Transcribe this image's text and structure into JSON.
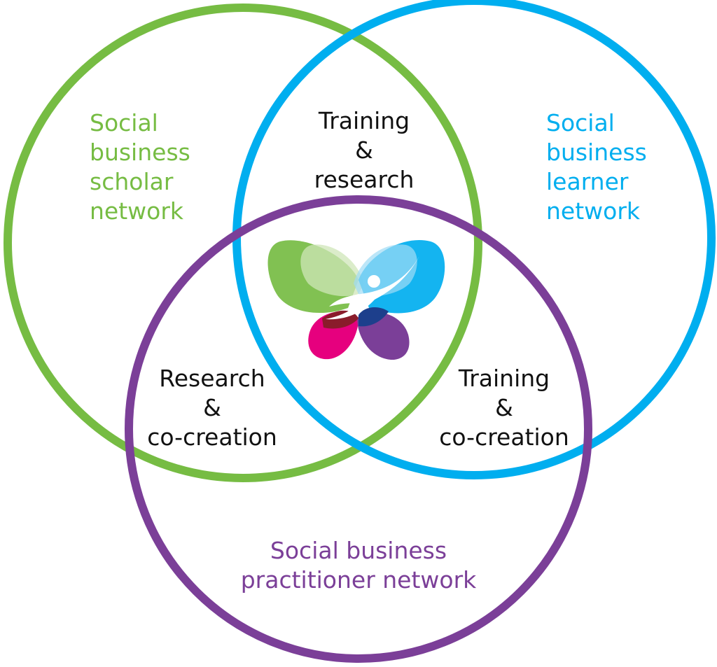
{
  "colors": {
    "scholar": "#76bc43",
    "learner": "#00aeef",
    "practitioner": "#7b3f98",
    "overlap_text": "#111111",
    "petal_magenta": "#e6007e",
    "petal_dark_red": "#8a1c2b",
    "petal_dark_blue": "#1d3f8c"
  },
  "circles": {
    "scholar": {
      "name_lines": [
        "Social",
        "business",
        "scholar",
        "network"
      ]
    },
    "learner": {
      "name_lines": [
        "Social",
        "business",
        "learner",
        "network"
      ]
    },
    "practitioner": {
      "name_lines": [
        "Social business",
        "practitioner network"
      ]
    }
  },
  "overlaps": {
    "scholar_learner": [
      "Training",
      "&",
      "research"
    ],
    "scholar_practitioner": [
      "Research",
      "&",
      "co-creation"
    ],
    "learner_practitioner": [
      "Training",
      "&",
      "co-creation"
    ]
  },
  "logo_icon": "butterfly-person-icon"
}
